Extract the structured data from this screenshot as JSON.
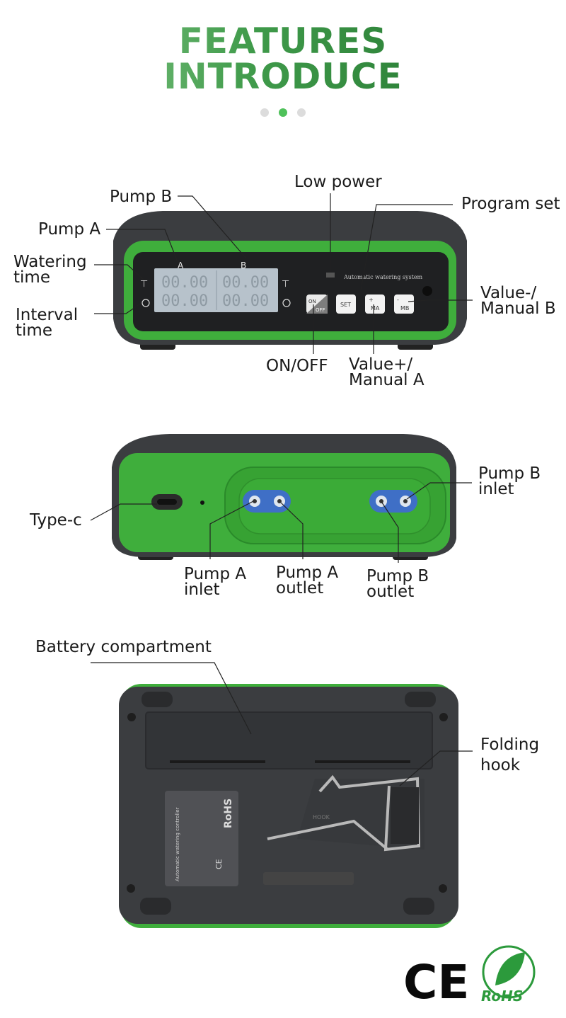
{
  "header": {
    "line1": "FEATURES",
    "line2": "INTRODUCE"
  },
  "carousel": {
    "dot_count": 3,
    "active_index": 1
  },
  "device_front": {
    "labels": {
      "pump_a": "Pump A",
      "pump_b": "Pump B",
      "low_power": "Low power",
      "program_set": "Program set",
      "watering_time": "Watering\ntime",
      "interval_time": "Interval\ntime",
      "value_minus": "Value-/\nManual B",
      "on_off": "ON/OFF",
      "value_plus": "Value+/\nManual A"
    },
    "screen": {
      "col_a": "A",
      "col_b": "B",
      "digits": "00.00"
    },
    "panel_text": "Automatic watering system",
    "buttons": {
      "onoff_top": "ON",
      "onoff_bottom": "OFF",
      "set": "SET",
      "ma_sign": "+",
      "ma": "MA",
      "mb_sign": "-",
      "mb": "MB"
    }
  },
  "device_side": {
    "labels": {
      "type_c": "Type-c",
      "pump_b_inlet": "Pump B\ninlet",
      "pump_a_inlet": "Pump A\ninlet",
      "pump_a_outlet": "Pump A\noutlet",
      "pump_b_outlet": "Pump B\noutlet"
    }
  },
  "device_back": {
    "labels": {
      "battery": "Battery compartment",
      "folding_hook": "Folding\nhook"
    },
    "sticker": {
      "rohs": "RoHS",
      "ce": "CE",
      "title": "Automatic watering controller"
    },
    "hook_text": "HOOK"
  },
  "certifications": {
    "ce": "CE",
    "rohs": "RoHS"
  },
  "colors": {
    "accent_green": "#3fae3c",
    "device_dark": "#3b3d40",
    "screen": "#b7c2cb"
  }
}
